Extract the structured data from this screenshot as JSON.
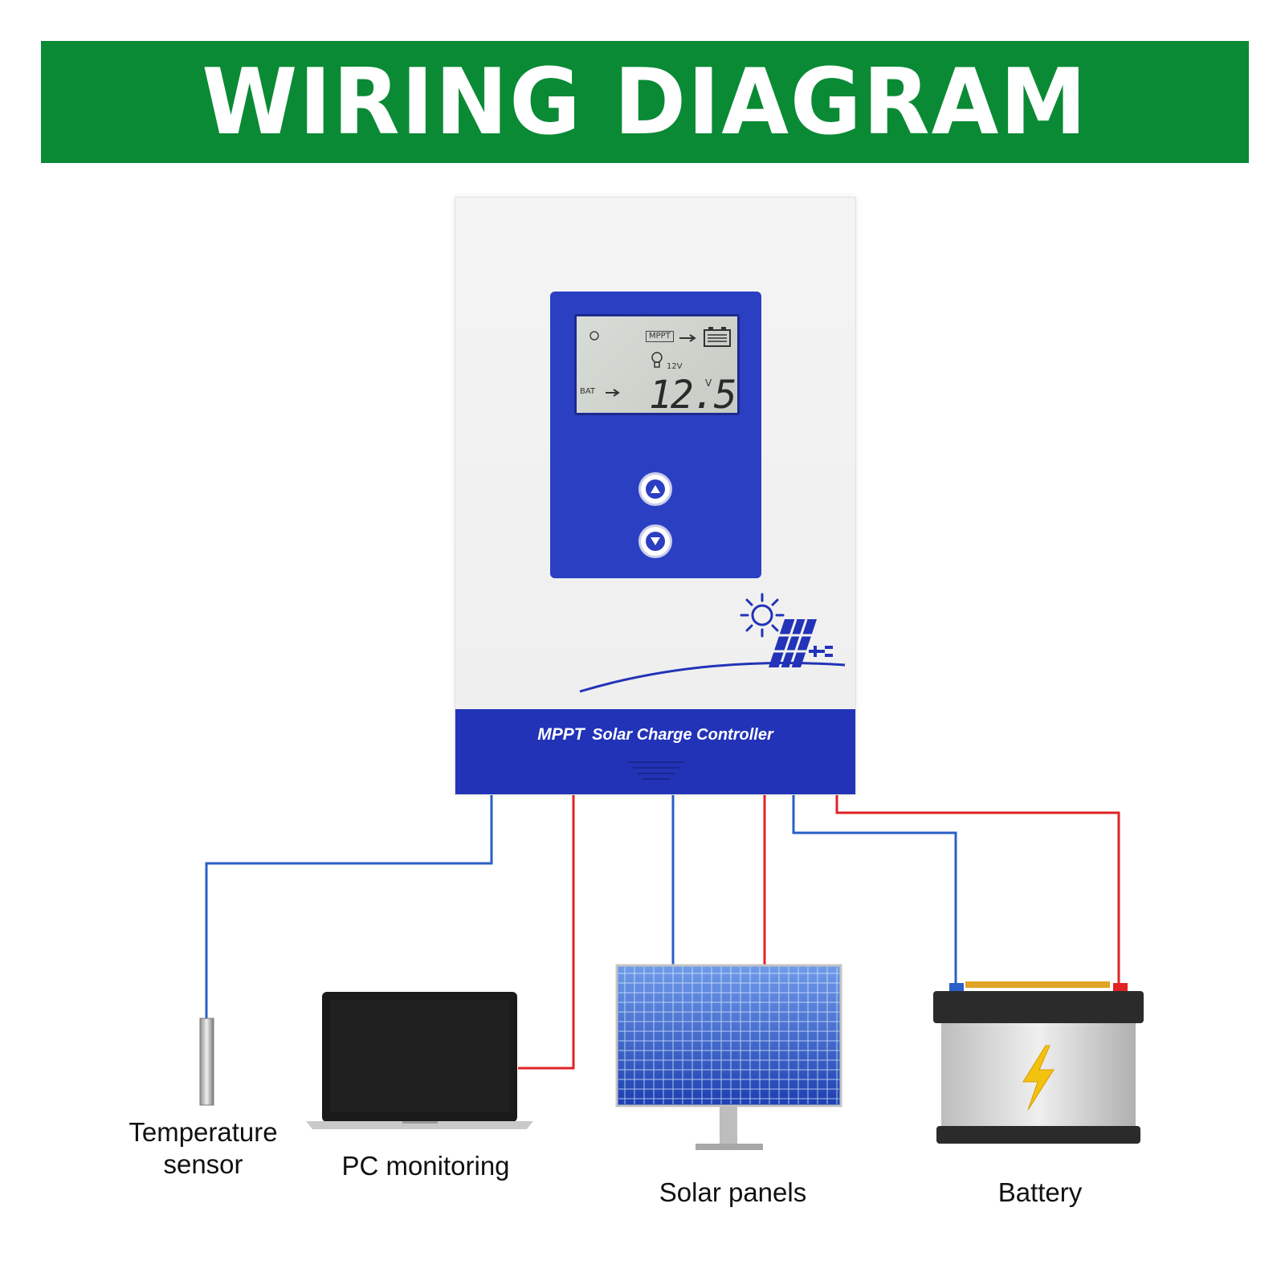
{
  "header": {
    "title": "WIRING DIAGRAM"
  },
  "controller": {
    "product_label_mppt": "MPPT",
    "product_label_rest": "Solar Charge Controller",
    "lcd": {
      "mode_tag": "MPPT",
      "system_voltage": "12V",
      "bat_tag": "BAT",
      "reading": "12.5",
      "unit": "V"
    },
    "buttons": {
      "up": "up-button",
      "down": "down-button"
    }
  },
  "components": {
    "temperature_sensor": "Temperature sensor",
    "pc_monitoring": "PC monitoring",
    "solar_panels": "Solar panels",
    "battery": "Battery"
  },
  "colors": {
    "banner": "#0a8a35",
    "controller_blue": "#2233b8",
    "wire_positive": "#e02424",
    "wire_negative": "#2a5fc7"
  }
}
